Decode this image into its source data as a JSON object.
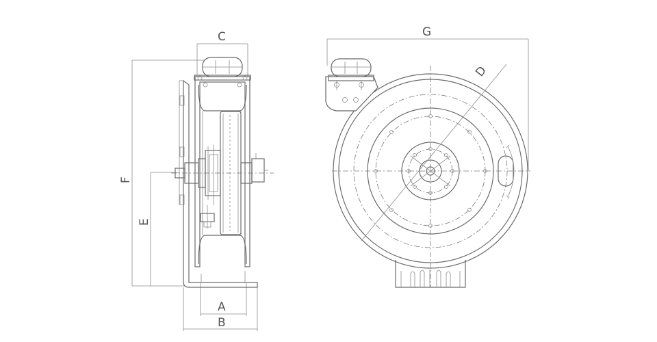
{
  "labels": {
    "a": "A",
    "b": "B",
    "c": "C",
    "d": "D",
    "e": "E",
    "f": "F",
    "g": "G"
  }
}
